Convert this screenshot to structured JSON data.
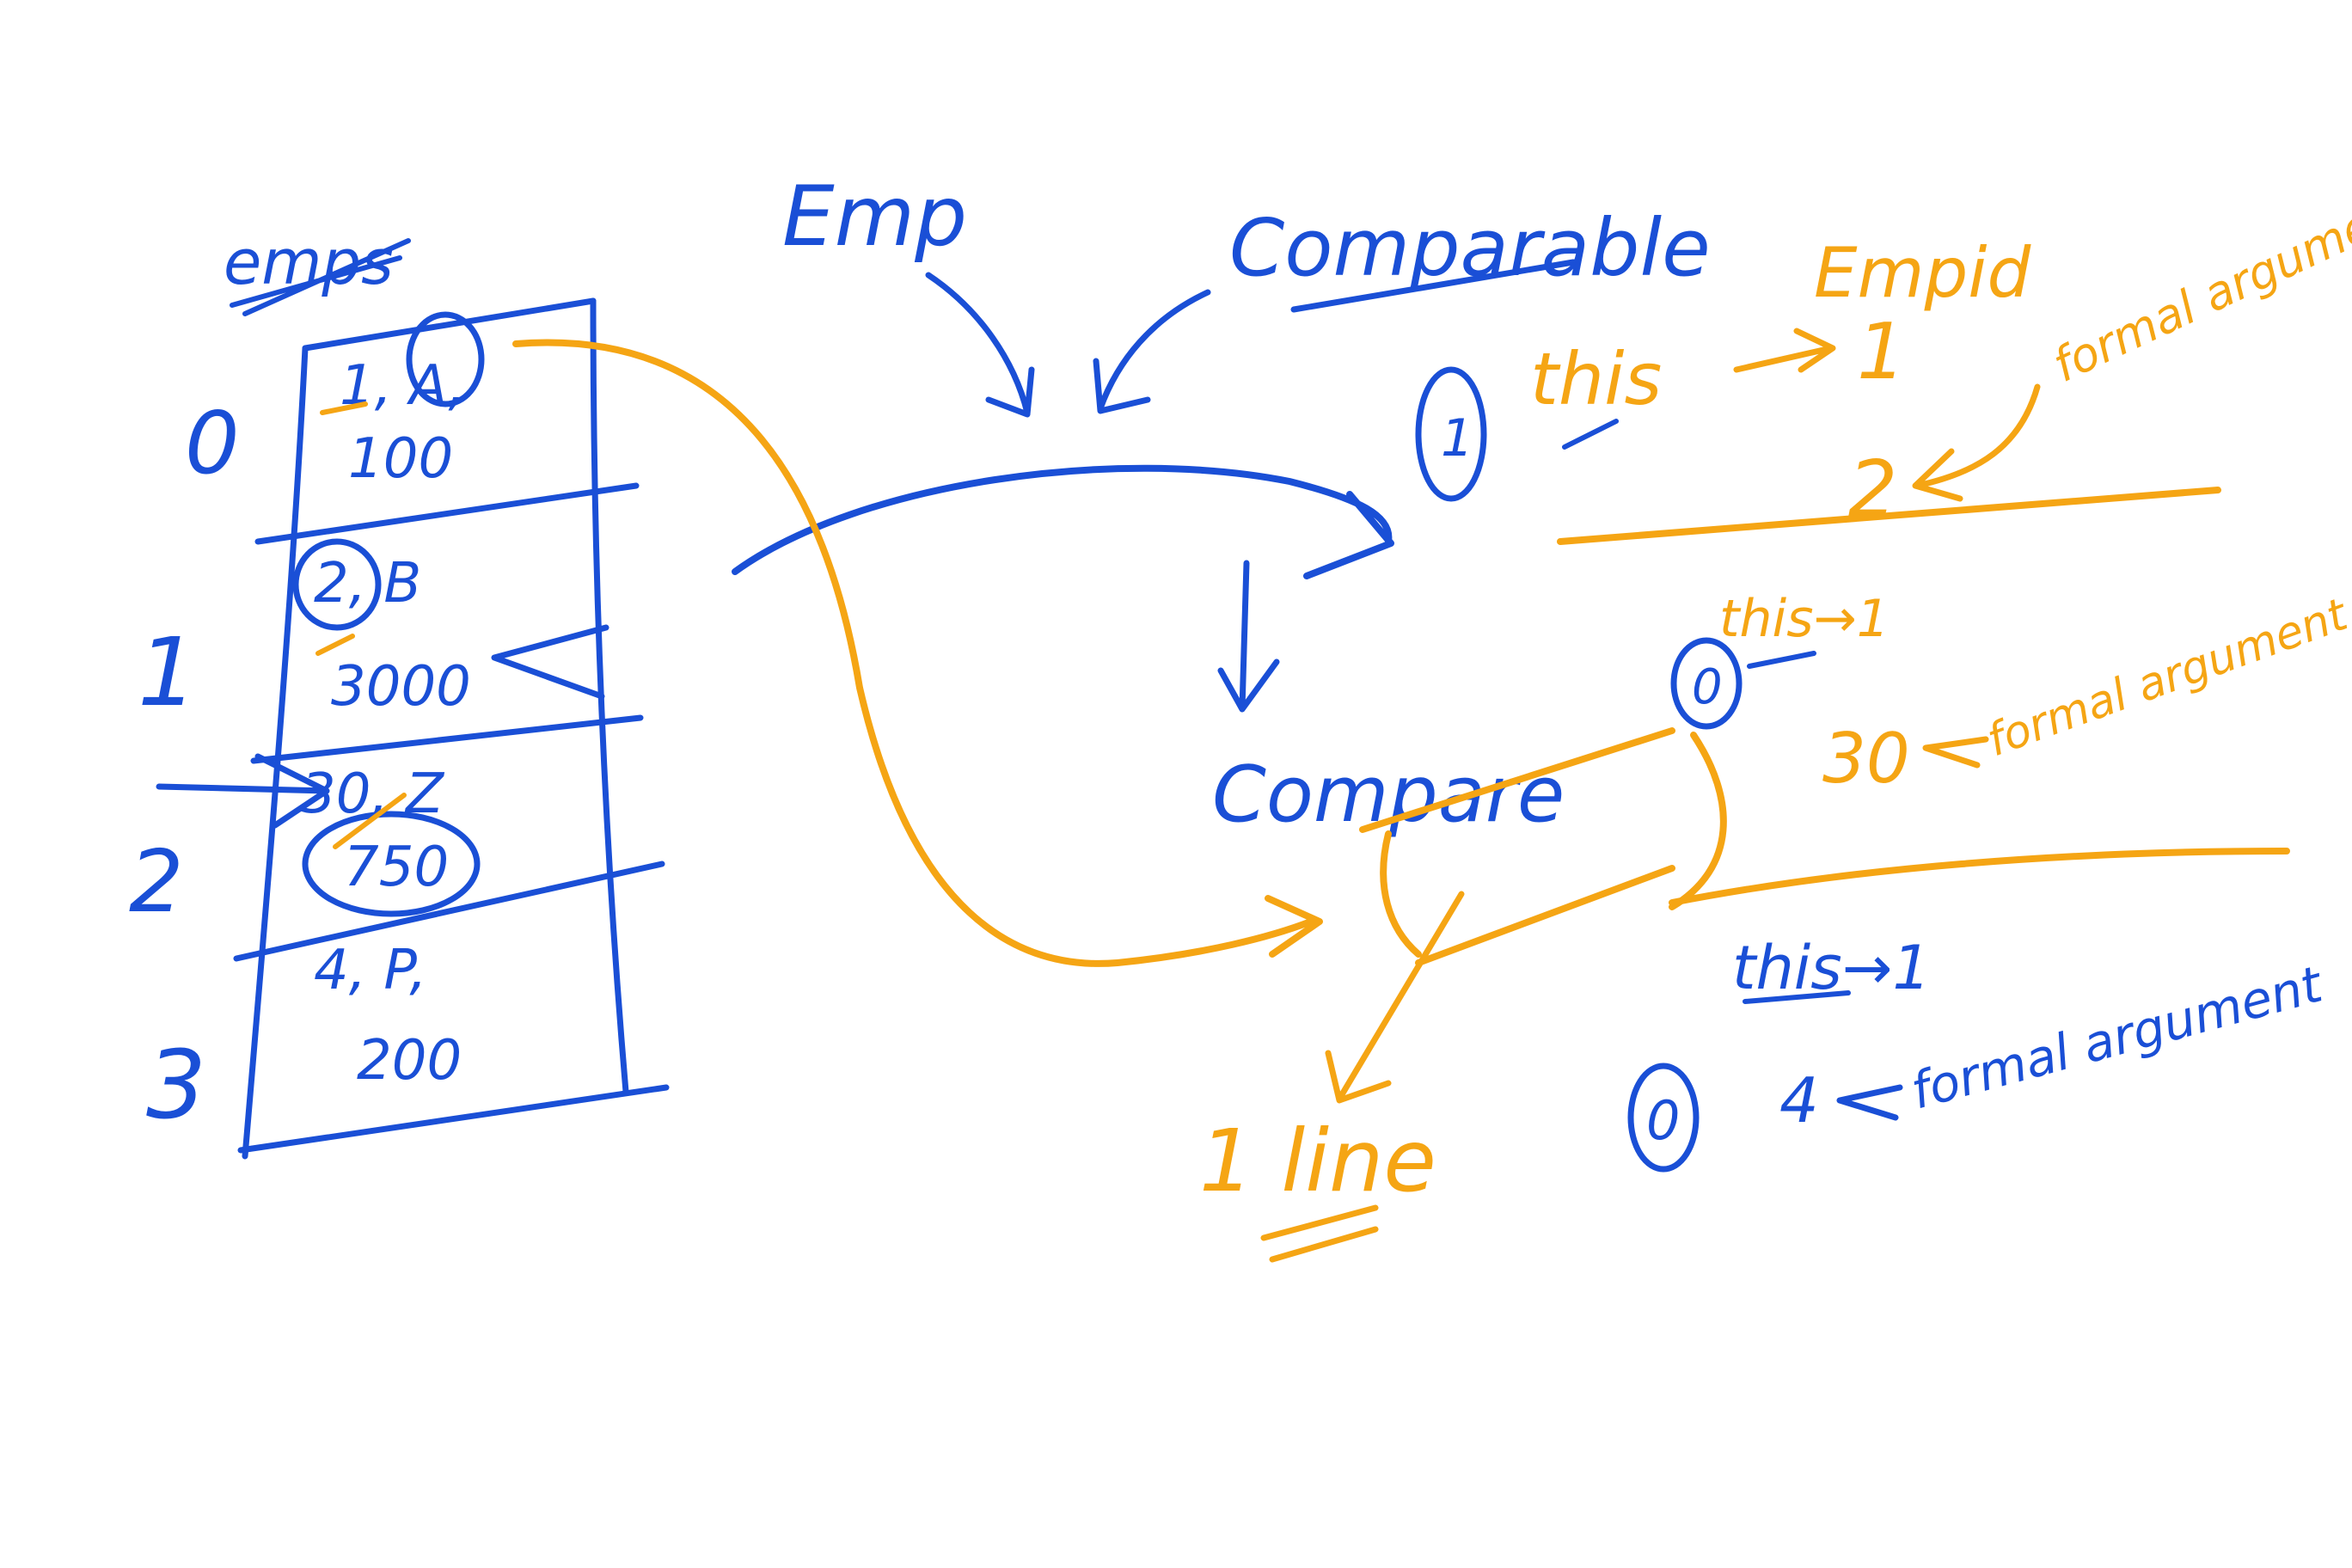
{
  "colors": {
    "blue_ink": "#1a4fd6",
    "orange_ink": "#f5a514",
    "background": "#ffffff"
  },
  "array": {
    "label": "emps",
    "indices": [
      "0",
      "1",
      "2",
      "3"
    ],
    "cells": [
      {
        "line1": "1, A,",
        "line2": "100"
      },
      {
        "line1": "2, B",
        "line2": "3000"
      },
      {
        "line1": "30, Z",
        "line2": "750"
      },
      {
        "line1": "4, P,",
        "line2": "200"
      }
    ]
  },
  "notes": {
    "emp": "Emp",
    "comparable": "Comparable",
    "compare": "Compare",
    "one": "1",
    "this_top": "this",
    "empid": "Empid",
    "empid_value": "1",
    "two": "2",
    "formal_argument_1": "formal argument",
    "this_mid": "this→1",
    "zero_circle": "0",
    "thirty": "30",
    "formal_argument_2": "formal argument",
    "this_low": "this→1",
    "zero_low": "0",
    "four": "4",
    "formal_argument_3": "formal argument",
    "one_line": "1 line"
  }
}
